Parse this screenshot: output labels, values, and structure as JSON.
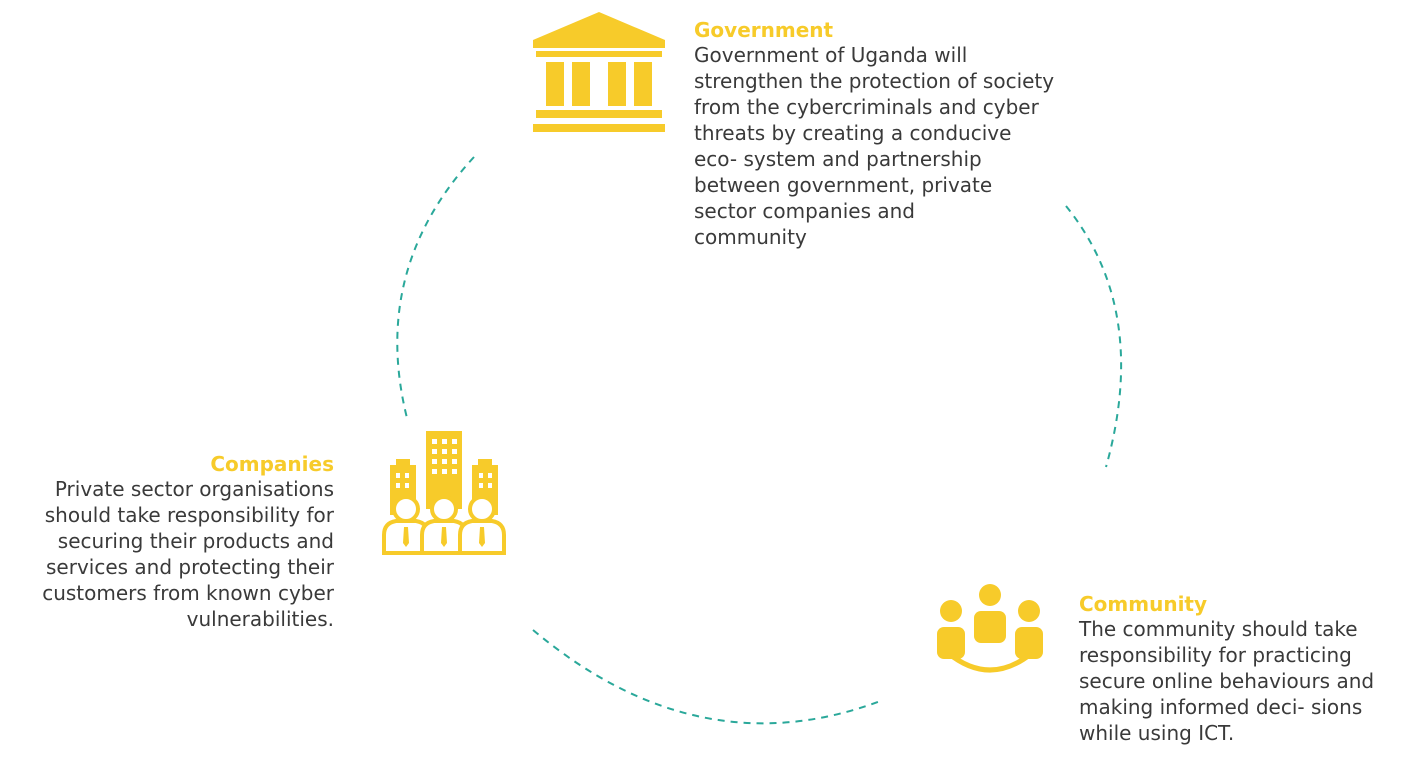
{
  "colors": {
    "accent": "#F7CB2A",
    "connector": "#2AA89A",
    "text": "#3A3A3A"
  },
  "government": {
    "title": "Government",
    "body": "Government of Uganda will\nstrengthen the protection of society\nfrom the cybercriminals and cyber\nthreats by creating a conducive\neco- system and partnership\nbetween government, private\nsector companies and\ncommunity",
    "icon": "government-building-icon"
  },
  "companies": {
    "title": "Companies",
    "body": "Private sector organisations\nshould take responsibility for\nsecuring their products and\nservices and protecting their\ncustomers from known cyber\nvulnerabilities.",
    "icon": "companies-icon"
  },
  "community": {
    "title": "Community",
    "body": "The community should take\nresponsibility for practicing\nsecure online behaviours and\nmaking informed deci- sions\nwhile using ICT.",
    "icon": "community-icon"
  }
}
